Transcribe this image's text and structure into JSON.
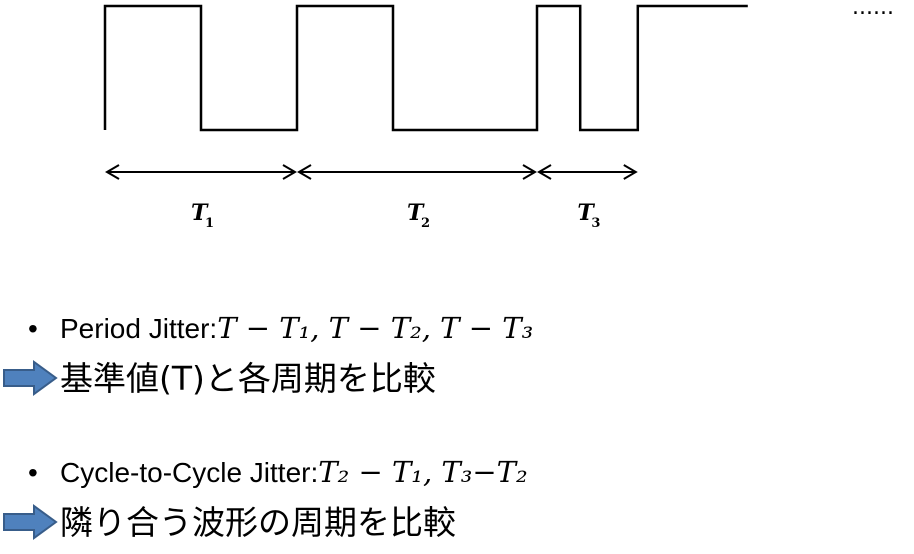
{
  "diagram": {
    "waveform": {
      "high_widths": [
        1,
        1,
        0.45
      ],
      "low_widths": [
        1,
        1.5,
        0.6
      ],
      "continuation": "......"
    },
    "periods": [
      {
        "symbol": "T",
        "subscript": "1"
      },
      {
        "symbol": "T",
        "subscript": "2"
      },
      {
        "symbol": "T",
        "subscript": "3"
      }
    ]
  },
  "sections": [
    {
      "bullet": "•",
      "title": "Period Jitter",
      "separator": ":",
      "formula": "T − T₁, T − T₂, T − T₃",
      "conclusion": "基準値(T)と各周期を比較"
    },
    {
      "bullet": "•",
      "title": "Cycle-to-Cycle Jitter",
      "separator": ":",
      "formula": "T₂ − T₁,  T₃−T₂",
      "conclusion": "隣り合う波形の周期を比較"
    }
  ],
  "colors": {
    "waveform": "#000000",
    "arrow_fill": "#4f81bd",
    "arrow_stroke": "#385d8a"
  }
}
